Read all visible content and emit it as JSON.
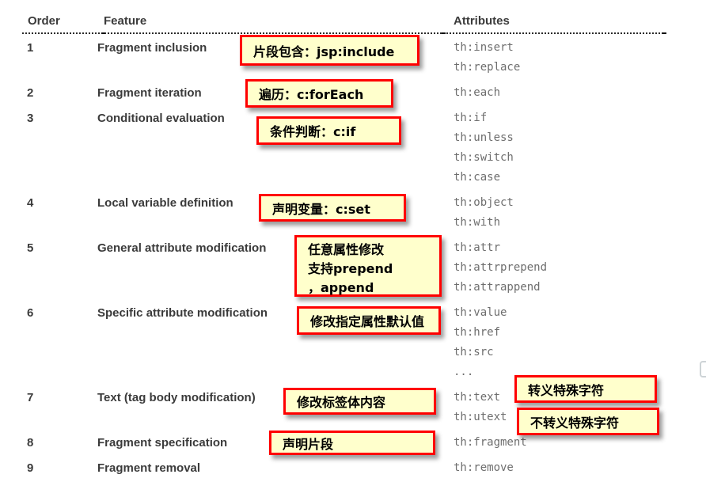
{
  "table": {
    "headers": [
      "Order",
      "Feature",
      "Attributes"
    ],
    "rows": [
      {
        "order": "1",
        "feature": "Fragment inclusion",
        "attributes": [
          "th:insert",
          "th:replace"
        ]
      },
      {
        "order": "2",
        "feature": "Fragment iteration",
        "attributes": [
          "th:each"
        ]
      },
      {
        "order": "3",
        "feature": "Conditional evaluation",
        "attributes": [
          "th:if",
          "th:unless",
          "th:switch",
          "th:case"
        ]
      },
      {
        "order": "4",
        "feature": "Local variable definition",
        "attributes": [
          "th:object",
          "th:with"
        ]
      },
      {
        "order": "5",
        "feature": "General attribute modification",
        "attributes": [
          "th:attr",
          "th:attrprepend",
          "th:attrappend"
        ]
      },
      {
        "order": "6",
        "feature": "Specific attribute modification",
        "attributes": [
          "th:value",
          "th:href",
          "th:src",
          "..."
        ]
      },
      {
        "order": "7",
        "feature": "Text (tag body modification)",
        "attributes": [
          "th:text",
          "th:utext"
        ]
      },
      {
        "order": "8",
        "feature": "Fragment specification",
        "attributes": [
          "th:fragment"
        ]
      },
      {
        "order": "9",
        "feature": "Fragment removal",
        "attributes": [
          "th:remove"
        ]
      }
    ]
  },
  "annotations": [
    {
      "text": "片段包含：jsp:include"
    },
    {
      "text": "遍历：c:forEach"
    },
    {
      "text": "条件判断：c:if"
    },
    {
      "text": "声明变量：c:set"
    },
    {
      "text": "任意属性修改\n支持prepend\n，append"
    },
    {
      "text": "修改指定属性默认值"
    },
    {
      "text": "修改标签体内容"
    },
    {
      "text": "声明片段"
    },
    {
      "text": "转义特殊字符"
    },
    {
      "text": "不转义特殊字符"
    }
  ],
  "colors": {
    "page_background": "#ffffff",
    "note_background": "#ffffcc",
    "note_border": "#ff0000",
    "header_text": "#3b3b3b",
    "feature_text": "#3b3b3b",
    "attribute_text": "#6e6e6e",
    "divider": "#2b2b2b"
  }
}
